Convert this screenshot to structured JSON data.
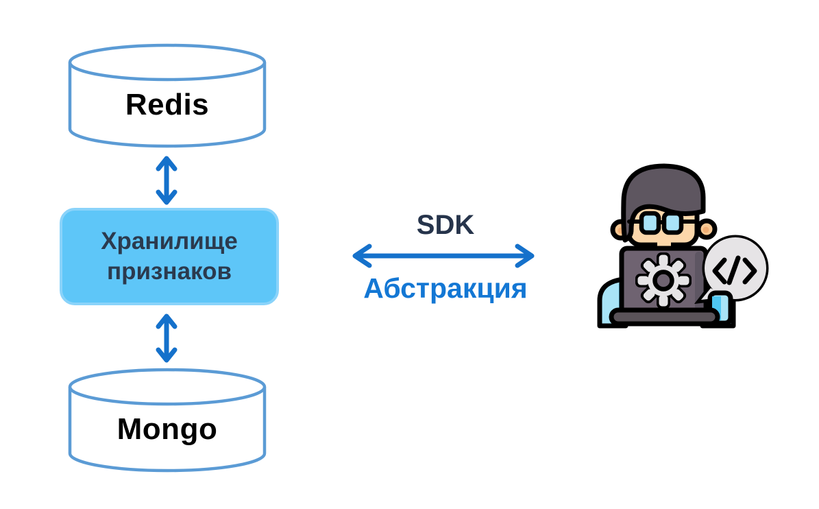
{
  "diagram": {
    "nodes": {
      "redis": {
        "label": "Redis",
        "shape": "cylinder"
      },
      "feature_store": {
        "line1": "Хранилище",
        "line2": "признаков",
        "shape": "rounded-box"
      },
      "mongo": {
        "label": "Mongo",
        "shape": "cylinder"
      }
    },
    "connection": {
      "sdk_label": "SDK",
      "abstraction_label": "Абстракция"
    },
    "icons": {
      "vertical_link_top": "double-headed-arrow",
      "vertical_link_bottom": "double-headed-arrow",
      "horizontal_link": "double-headed-arrow",
      "right_figure": "developer-at-laptop-icon"
    },
    "colors": {
      "background": "#FFFFFF",
      "cylinder_stroke": "#5B9BD5",
      "box_fill": "#5EC6F8",
      "box_border": "#8AD3FA",
      "box_text": "#2B3A4E",
      "sdk_text": "#26344B",
      "abstraction_text": "#1377D4",
      "arrow": "#1571CB"
    }
  }
}
